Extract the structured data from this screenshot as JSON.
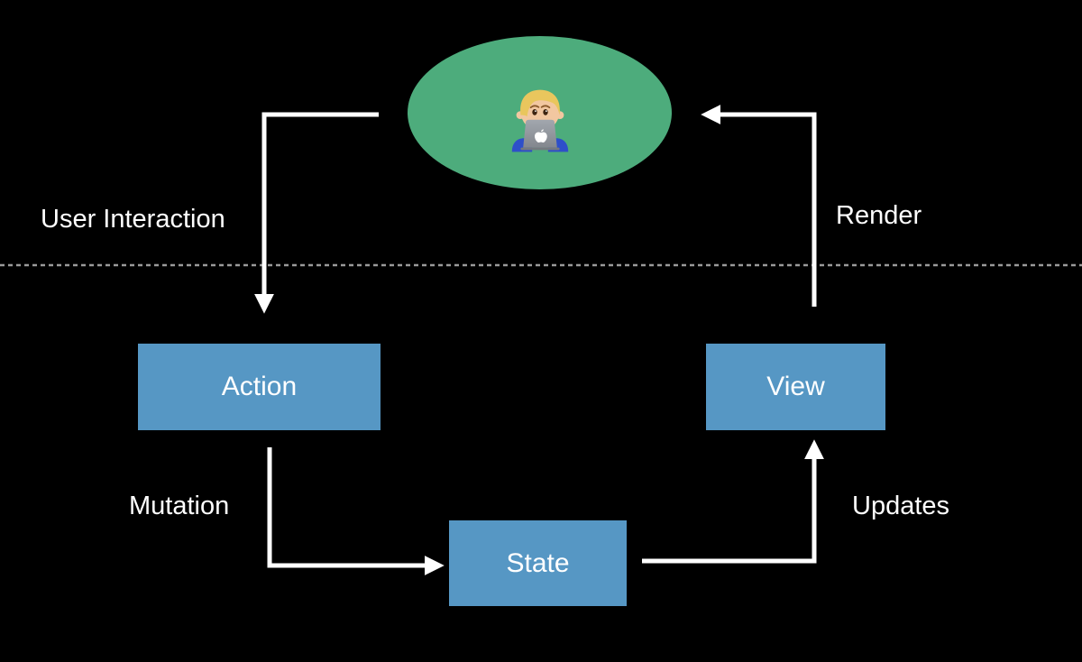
{
  "diagram": {
    "nodes": {
      "user": {
        "id": "user",
        "shape": "ellipse",
        "color": "#4DAC7C",
        "icon": "person-technologist-icon",
        "label": ""
      },
      "action": {
        "id": "action",
        "shape": "rect",
        "color": "#5697C4",
        "label": "Action"
      },
      "view": {
        "id": "view",
        "shape": "rect",
        "color": "#5697C4",
        "label": "View"
      },
      "state": {
        "id": "state",
        "shape": "rect",
        "color": "#5697C4",
        "label": "State"
      }
    },
    "edges": [
      {
        "from": "user",
        "to": "action",
        "label": "User Interaction"
      },
      {
        "from": "action",
        "to": "state",
        "label": "Mutation"
      },
      {
        "from": "state",
        "to": "view",
        "label": "Updates"
      },
      {
        "from": "view",
        "to": "user",
        "label": "Render"
      }
    ],
    "divider": {
      "style": "dashed",
      "color": "#9A9A9A"
    },
    "colors": {
      "background": "#000000",
      "arrow": "#FFFFFF",
      "text": "#FFFFFF",
      "node_blue": "#5697C4",
      "node_green": "#4DAC7C"
    }
  }
}
